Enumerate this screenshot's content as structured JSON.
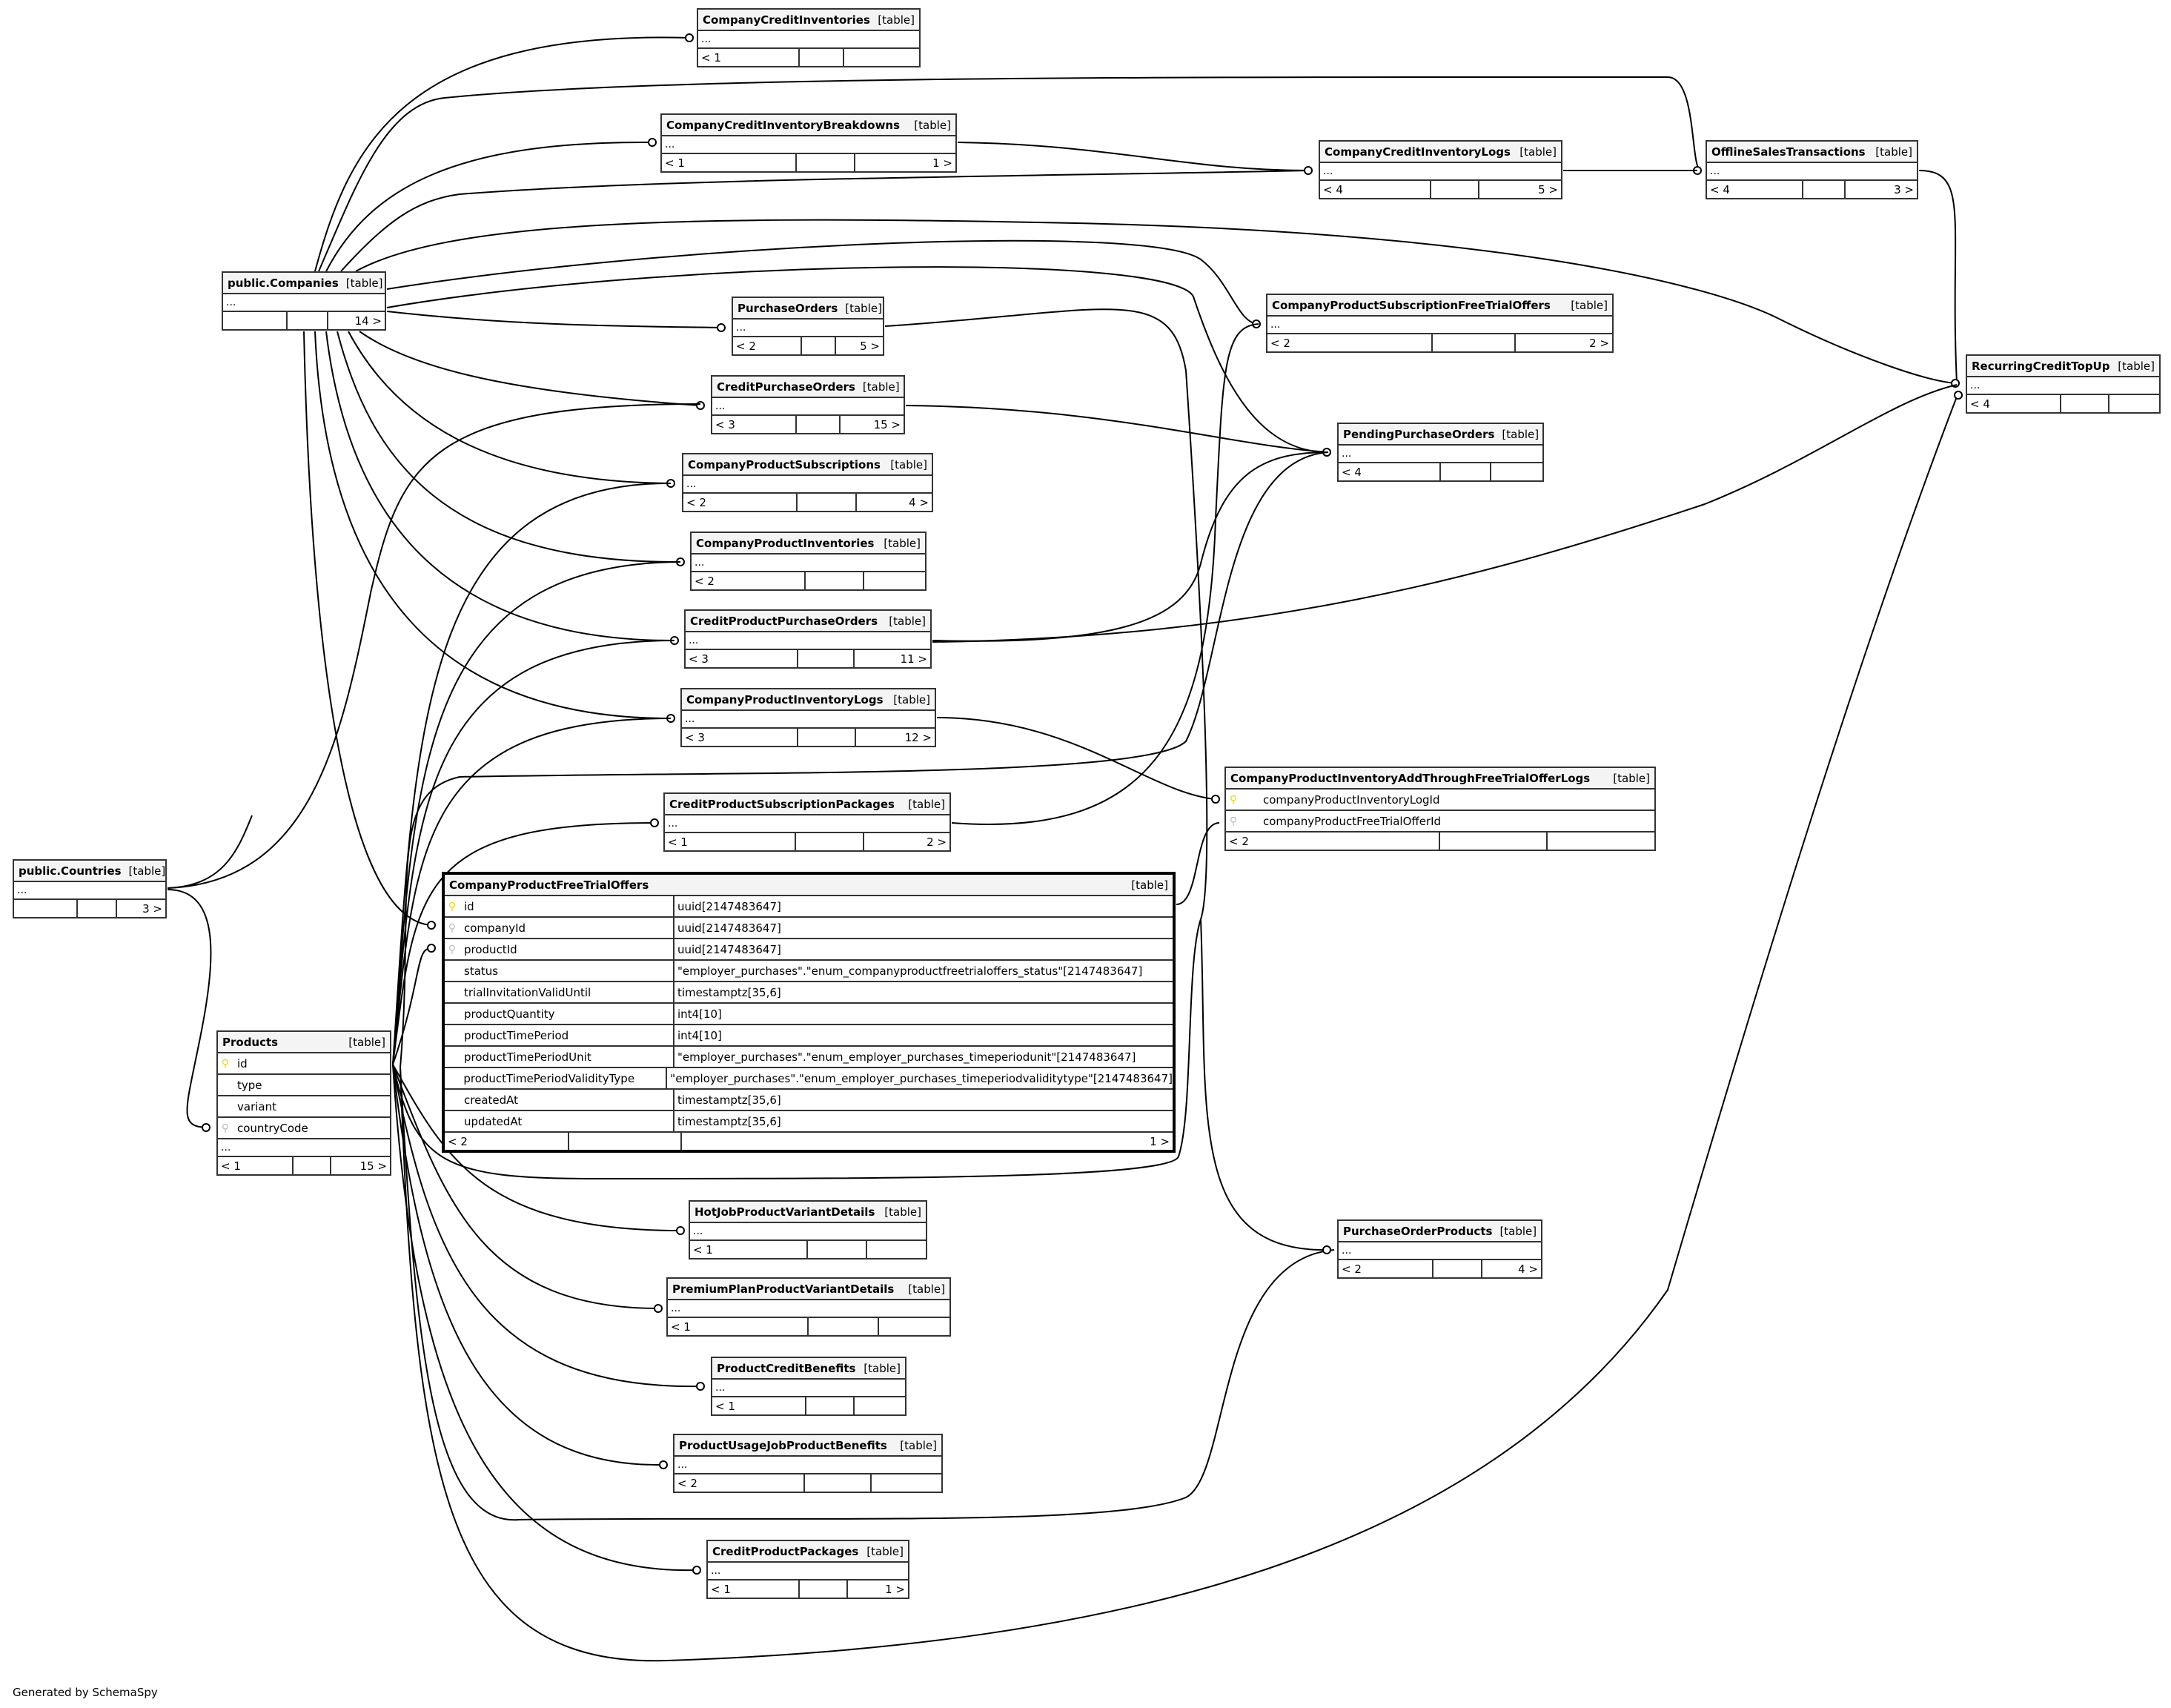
{
  "diagram": {
    "footer": "Generated by SchemaSpy",
    "kind_label": "[table]",
    "ellipsis": "...",
    "key_glyph": "⚲"
  },
  "tables": {
    "companyCreditInventories": {
      "name": "CompanyCreditInventories",
      "parents": "< 1",
      "children": ""
    },
    "companyCreditInventoryBreakdowns": {
      "name": "CompanyCreditInventoryBreakdowns",
      "parents": "< 1",
      "children": "1 >"
    },
    "companyCreditInventoryLogs": {
      "name": "CompanyCreditInventoryLogs",
      "parents": "< 4",
      "children": "5 >"
    },
    "offlineSalesTransactions": {
      "name": "OfflineSalesTransactions",
      "parents": "< 4",
      "children": "3 >"
    },
    "publicCompanies": {
      "name": "public.Companies",
      "parents": "",
      "children": "14 >"
    },
    "purchaseOrders": {
      "name": "PurchaseOrders",
      "parents": "< 2",
      "children": "5 >"
    },
    "companyProductSubscriptionFreeTrialOffers": {
      "name": "CompanyProductSubscriptionFreeTrialOffers",
      "parents": "< 2",
      "children": "2 >"
    },
    "recurringCreditTopUp": {
      "name": "RecurringCreditTopUp",
      "parents": "< 4",
      "children": ""
    },
    "creditPurchaseOrders": {
      "name": "CreditPurchaseOrders",
      "parents": "< 3",
      "children": "15 >"
    },
    "pendingPurchaseOrders": {
      "name": "PendingPurchaseOrders",
      "parents": "< 4",
      "children": ""
    },
    "companyProductSubscriptions": {
      "name": "CompanyProductSubscriptions",
      "parents": "< 2",
      "children": "4 >"
    },
    "companyProductInventories": {
      "name": "CompanyProductInventories",
      "parents": "< 2",
      "children": ""
    },
    "creditProductPurchaseOrders": {
      "name": "CreditProductPurchaseOrders",
      "parents": "< 3",
      "children": "11 >"
    },
    "companyProductInventoryLogs": {
      "name": "CompanyProductInventoryLogs",
      "parents": "< 3",
      "children": "12 >"
    },
    "creditProductSubscriptionPackages": {
      "name": "CreditProductSubscriptionPackages",
      "parents": "< 1",
      "children": "2 >"
    },
    "addThroughFreeTrialOfferLogs": {
      "name": "CompanyProductInventoryAddThroughFreeTrialOfferLogs",
      "parents": "< 2",
      "children": "",
      "columns": [
        {
          "name": "companyProductInventoryLogId",
          "key": "pk"
        },
        {
          "name": "companyProductFreeTrialOfferId",
          "key": "fk"
        }
      ]
    },
    "publicCountries": {
      "name": "public.Countries",
      "parents": "",
      "children": "3 >"
    },
    "companyProductFreeTrialOffers": {
      "name": "CompanyProductFreeTrialOffers",
      "parents": "< 2",
      "children": "1 >",
      "columns": [
        {
          "name": "id",
          "type": "uuid[2147483647]",
          "key": "pk"
        },
        {
          "name": "companyId",
          "type": "uuid[2147483647]",
          "key": "fk"
        },
        {
          "name": "productId",
          "type": "uuid[2147483647]",
          "key": "fk"
        },
        {
          "name": "status",
          "type": "\"employer_purchases\".\"enum_companyproductfreetrialoffers_status\"[2147483647]",
          "key": ""
        },
        {
          "name": "trialInvitationValidUntil",
          "type": "timestamptz[35,6]",
          "key": ""
        },
        {
          "name": "productQuantity",
          "type": "int4[10]",
          "key": ""
        },
        {
          "name": "productTimePeriod",
          "type": "int4[10]",
          "key": ""
        },
        {
          "name": "productTimePeriodUnit",
          "type": "\"employer_purchases\".\"enum_employer_purchases_timeperiodunit\"[2147483647]",
          "key": ""
        },
        {
          "name": "productTimePeriodValidityType",
          "type": "\"employer_purchases\".\"enum_employer_purchases_timeperiodvaliditytype\"[2147483647]",
          "key": ""
        },
        {
          "name": "createdAt",
          "type": "timestamptz[35,6]",
          "key": ""
        },
        {
          "name": "updatedAt",
          "type": "timestamptz[35,6]",
          "key": ""
        }
      ]
    },
    "products": {
      "name": "Products",
      "parents": "< 1",
      "children": "15 >",
      "columns": [
        {
          "name": "id",
          "key": "pk"
        },
        {
          "name": "type",
          "key": ""
        },
        {
          "name": "variant",
          "key": ""
        },
        {
          "name": "countryCode",
          "key": "fk"
        }
      ]
    },
    "hotJobProductVariantDetails": {
      "name": "HotJobProductVariantDetails",
      "parents": "< 1",
      "children": ""
    },
    "premiumPlanProductVariantDetails": {
      "name": "PremiumPlanProductVariantDetails",
      "parents": "< 1",
      "children": ""
    },
    "productCreditBenefits": {
      "name": "ProductCreditBenefits",
      "parents": "< 1",
      "children": ""
    },
    "productUsageJobProductBenefits": {
      "name": "ProductUsageJobProductBenefits",
      "parents": "< 2",
      "children": ""
    },
    "purchaseOrderProducts": {
      "name": "PurchaseOrderProducts",
      "parents": "< 2",
      "children": "4 >"
    },
    "creditProductPackages": {
      "name": "CreditProductPackages",
      "parents": "< 1",
      "children": "1 >"
    }
  }
}
